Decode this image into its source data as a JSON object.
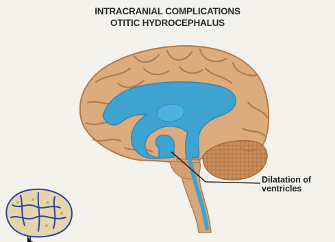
{
  "title": {
    "line1": "INTRACRANIAL COMPLICATIONS",
    "line2": "OTITIC HYDROCEPHALUS"
  },
  "callout": {
    "line1": "Dilatation of",
    "line2": "ventricles"
  },
  "colors": {
    "background": "#f3f2ed",
    "brain": "#dcac7e",
    "brain_dark": "#b07a4c",
    "ventricles": "#3fa3d2",
    "cerebellum": "#c98e5c",
    "thumb_vessels": "#2c3fa6"
  },
  "icons": {
    "main_figure": "brain-sagittal-icon",
    "thumbnail": "brain-vessels-icon"
  }
}
